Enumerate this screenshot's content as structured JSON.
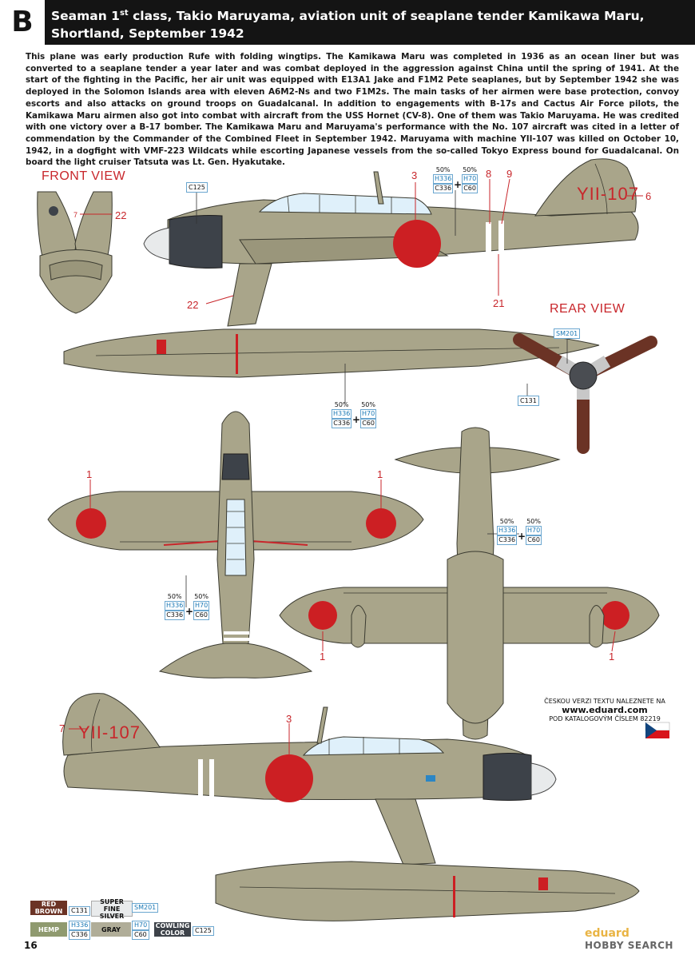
{
  "header": {
    "letter": "B",
    "title_prefix": "Seaman 1",
    "title_sup": "st",
    "title_rest": " class, Takio Maruyama, aviation unit of seaplane tender Kamikawa Maru, Shortland, September 1942"
  },
  "description": "This plane was early production Rufe with folding wingtips. The Kamikawa Maru was completed in 1936 as an ocean liner but was converted to a seaplane tender a year later and was combat deployed in the aggression against China until the spring of 1941. At the start of the fighting in the Pacific, her air unit was equipped with E13A1 Jake and F1M2 Pete seaplanes, but by September 1942 she was deployed in the Solomon Islands area with eleven A6M2-Ns and two F1M2s. The main tasks of her airmen were base protection, convoy escorts and also attacks on ground troops on Guadalcanal. In addition to engagements with B-17s and Cactus Air Force pilots, the Kamikawa Maru airmen also got into combat with aircraft from the USS Hornet (CV-8). One of them was Takio Maruyama. He was credited with one victory over a B-17 bomber. The Kamikawa Maru and Maruyama's performance with the No. 107 aircraft was cited in a letter of commendation by the Commander of the Combined Fleet in September 1942. Maruyama with machine YII-107 was killed on October 10, 1942, in a dogfight with VMF-223 Wildcats while escorting Japanese vessels from the so-called Tokyo Express bound for Guadalcanal. On board the light cruiser Tatsuta was Lt. Gen. Hyakutake.",
  "views": {
    "front": "FRONT VIEW",
    "rear": "REAR VIEW"
  },
  "tail_code": "YII-107",
  "callouts": {
    "c1": "1",
    "c3": "3",
    "c6": "6",
    "c7": "7",
    "c8": "8",
    "c9": "9",
    "c21": "21",
    "c22": "22"
  },
  "mix": {
    "pct_a": "50%",
    "pct_b": "50%",
    "code_a_h": "H336",
    "code_a_c": "C336",
    "code_b_h": "H70",
    "code_b_c": "C60",
    "plus": "+"
  },
  "boxes": {
    "c125": "C125",
    "sm201": "SM201",
    "c131": "C131"
  },
  "legend": [
    {
      "label": "RED BROWN",
      "codes": [
        "C131"
      ]
    },
    {
      "label": "SUPER FINE SILVER",
      "codes": [
        "SM201"
      ]
    },
    {
      "label": "HEMP",
      "codes": [
        "H336",
        "C336"
      ]
    },
    {
      "label": "GRAY",
      "codes": [
        "H70",
        "C60"
      ]
    },
    {
      "label": "COWLING COLOR",
      "codes": [
        "C125"
      ]
    }
  ],
  "czech_note": {
    "line1": "ČESKOU VERZI TEXTU NALEZNETE NA",
    "url": "www.eduard.com",
    "line3": "POD KATALOGOVÝM ČÍSLEM 82219"
  },
  "page_number": "16",
  "watermark": {
    "brand": "eduard",
    "site": "HOBBY SEARCH"
  },
  "colors": {
    "hemp": "#a9a58a",
    "hinomaru": "#cc1f23",
    "cowling": "#3d4249",
    "red_brown": "#6b3325",
    "canopy": "#dff0fa",
    "header_bg": "#141414"
  }
}
